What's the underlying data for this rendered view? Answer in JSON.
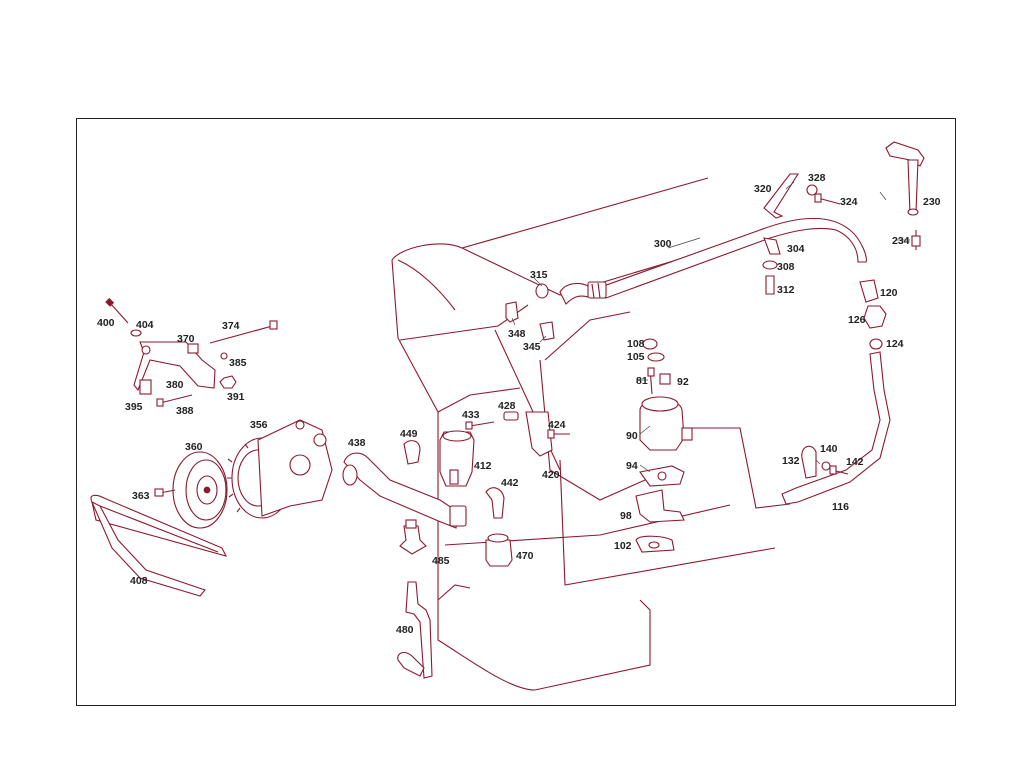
{
  "diagram": {
    "colors": {
      "line": "#8a1a2e",
      "label": "#222222",
      "frame": "#222222",
      "background": "#ffffff"
    },
    "callouts": [
      {
        "id": "c400",
        "text": "400"
      },
      {
        "id": "c404",
        "text": "404"
      },
      {
        "id": "c370",
        "text": "370"
      },
      {
        "id": "c374",
        "text": "374"
      },
      {
        "id": "c385",
        "text": "385"
      },
      {
        "id": "c380",
        "text": "380"
      },
      {
        "id": "c391",
        "text": "391"
      },
      {
        "id": "c395",
        "text": "395"
      },
      {
        "id": "c388",
        "text": "388"
      },
      {
        "id": "c360",
        "text": "360"
      },
      {
        "id": "c356",
        "text": "356"
      },
      {
        "id": "c363",
        "text": "363"
      },
      {
        "id": "c408",
        "text": "408"
      },
      {
        "id": "c438",
        "text": "438"
      },
      {
        "id": "c449",
        "text": "449"
      },
      {
        "id": "c433",
        "text": "433"
      },
      {
        "id": "c428",
        "text": "428"
      },
      {
        "id": "c412",
        "text": "412"
      },
      {
        "id": "c442",
        "text": "442"
      },
      {
        "id": "c424",
        "text": "424"
      },
      {
        "id": "c420",
        "text": "420"
      },
      {
        "id": "c485",
        "text": "485"
      },
      {
        "id": "c470",
        "text": "470"
      },
      {
        "id": "c480",
        "text": "480"
      },
      {
        "id": "c315",
        "text": "315"
      },
      {
        "id": "c348",
        "text": "348"
      },
      {
        "id": "c345",
        "text": "345"
      },
      {
        "id": "c300",
        "text": "300"
      },
      {
        "id": "c320",
        "text": "320"
      },
      {
        "id": "c328",
        "text": "328"
      },
      {
        "id": "c324",
        "text": "324"
      },
      {
        "id": "c304",
        "text": "304"
      },
      {
        "id": "c308",
        "text": "308"
      },
      {
        "id": "c312",
        "text": "312"
      },
      {
        "id": "c230",
        "text": "230"
      },
      {
        "id": "c234",
        "text": "234"
      },
      {
        "id": "c120",
        "text": "120"
      },
      {
        "id": "c126",
        "text": "126"
      },
      {
        "id": "c124",
        "text": "124"
      },
      {
        "id": "c108",
        "text": "108"
      },
      {
        "id": "c105",
        "text": "105"
      },
      {
        "id": "c81",
        "text": "81"
      },
      {
        "id": "c92",
        "text": "92"
      },
      {
        "id": "c90",
        "text": "90"
      },
      {
        "id": "c94",
        "text": "94"
      },
      {
        "id": "c98",
        "text": "98"
      },
      {
        "id": "c102",
        "text": "102"
      },
      {
        "id": "c132",
        "text": "132"
      },
      {
        "id": "c140",
        "text": "140"
      },
      {
        "id": "c142",
        "text": "142"
      },
      {
        "id": "c116",
        "text": "116"
      }
    ]
  }
}
